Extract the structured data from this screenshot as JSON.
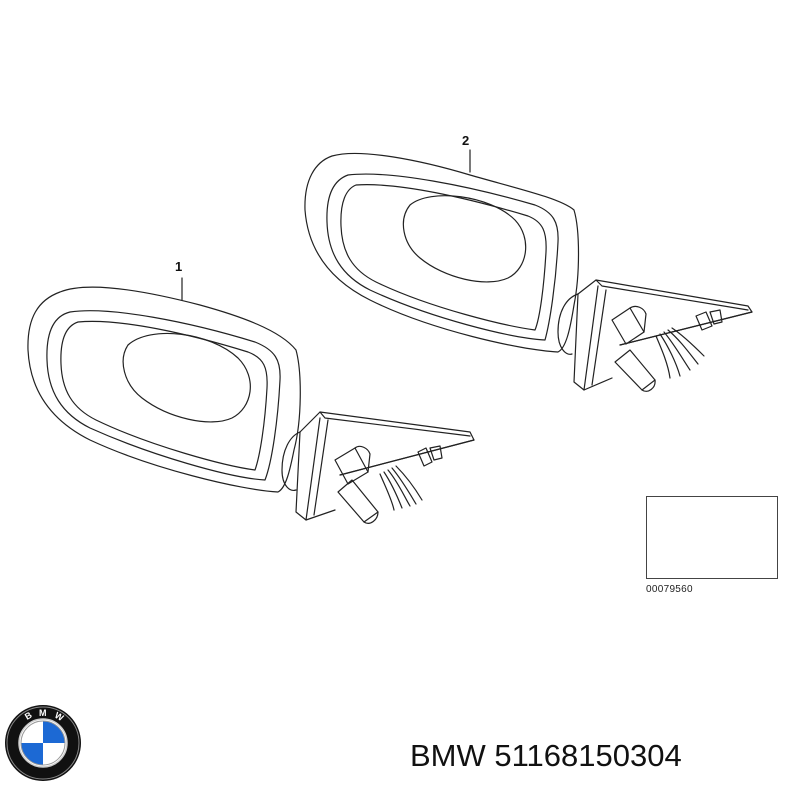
{
  "callouts": {
    "part_1": "1",
    "part_2": "2"
  },
  "reference": {
    "code": "00079560"
  },
  "logo": {
    "brand": "BMW",
    "ring_text": "BMW"
  },
  "footer": {
    "label": "BMW 51168150304"
  },
  "colors": {
    "line": "#222222",
    "logo_blue": "#1c69d4",
    "logo_ring": "#111111"
  }
}
